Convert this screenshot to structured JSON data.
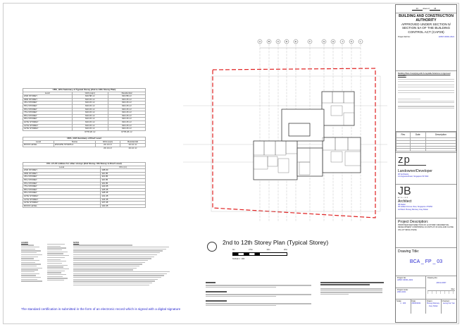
{
  "typical_gfa_table": {
    "title": "URA_GFA Summary of Typical Storey (2nd to 12th Storey Plan)",
    "headers": [
      "Level",
      "GFA (sqm)",
      "Residential"
    ],
    "rows": [
      [
        "2ND STOREY",
        "616.58 m²",
        "616.58 m²"
      ],
      [
        "3RD STOREY",
        "616.15 m²",
        "616.15 m²"
      ],
      [
        "4TH STOREY",
        "616.15 m²",
        "616.15 m²"
      ],
      [
        "5TH STOREY",
        "616.15 m²",
        "616.15 m²"
      ],
      [
        "6TH STOREY",
        "616.15 m²",
        "616.15 m²"
      ],
      [
        "7TH STOREY",
        "616.15 m²",
        "616.15 m²"
      ],
      [
        "8TH STOREY",
        "616.15 m²",
        "616.15 m²"
      ],
      [
        "9TH STOREY",
        "616.15 m²",
        "616.15 m²"
      ],
      [
        "10TH STOREY",
        "616.15 m²",
        "616.15 m²"
      ],
      [
        "11TH STOREY",
        "616.15 m²",
        "616.15 m²"
      ],
      [
        "12TH STOREY",
        "616.15 m²",
        "616.15 m²"
      ]
    ],
    "total": [
      "",
      "6778.26 m²",
      "6778.26 m²"
    ]
  },
  "roof_gfa_table": {
    "title": "URA_GFA Summary of Roof Level",
    "headers": [
      "Level",
      "Name",
      "GFA (sqm)",
      "Residential"
    ],
    "rows": [
      [
        "ROOF LEVEL",
        "ESCAPE STAIRS A",
        "24.14 m²",
        "24.14 m²"
      ]
    ],
    "total": [
      "",
      "",
      "24.14 m²",
      "24.14 m²"
    ]
  },
  "ffl_table": {
    "title": "FFL of Lift Lobbies for other storeys (2nd Storey- 6th Storey to Roof Level)",
    "headers": [
      "Level",
      "FFL (m)"
    ],
    "rows": [
      [
        "2ND STOREY",
        "108.00"
      ],
      [
        "3RD STOREY",
        "110.05"
      ],
      [
        "4TH STOREY",
        "113.05"
      ],
      [
        "5TH STOREY",
        "116.05"
      ],
      [
        "6TH STOREY",
        "119.05"
      ],
      [
        "7TH STOREY",
        "122.05"
      ],
      [
        "8TH STOREY",
        "125.45"
      ],
      [
        "9TH STOREY",
        "128.45"
      ],
      [
        "10TH STOREY",
        "131.45"
      ],
      [
        "11TH STOREY",
        "134.45"
      ],
      [
        "12TH STOREY",
        "137.45"
      ],
      [
        "ROOF LEVEL",
        "140.45"
      ]
    ]
  },
  "legend": {
    "title": "LEGEND",
    "notes_title": "NOTES"
  },
  "certification": "The standard certification is submitted in the form of an electronic record which is signed with a digital signature",
  "plan": {
    "title": "2nd to 12th Storey Plan (Typical Storey)",
    "scale": "SCALE 1 : 200",
    "scale_ticks": [
      "0m",
      "2.5m",
      "10m",
      "20m"
    ],
    "grid_labels": [
      "A",
      "B",
      "C",
      "D",
      "E",
      "F",
      "G",
      "H",
      "J",
      "K",
      "L"
    ],
    "boundary_color": "#e02020"
  },
  "panel": {
    "sheet_no": "03",
    "sheet_of": "sheet of",
    "sheet_total": "05",
    "authority": "BUILDING AND CONSTRUCTION AUTHORITY",
    "approval": "APPROVED UNDER SECTION 5/ SECTION 5A OF THE BUILDING CONTROL ACT (CAP29)",
    "project_ref_label": "Project Ref No:",
    "project_ref": "A0507-00001-2021",
    "compliance_title": "Building Plans Complying with Acceptable Solutions in Approved Document",
    "rev_headers": [
      "Rev",
      "Date",
      "Description"
    ],
    "developer_logo": "zp",
    "developer_label": "Landowner/Developer",
    "developer_name": "ZP Architects",
    "developer_addr": "14 Angsana Road, Singapore 517402",
    "architect_logo": "JB",
    "architect_logo_sub": "ATELIER",
    "architect_label": "Architect",
    "architect_name": "JB Atelier",
    "architect_addr": "35 Holland Grove View, Singapore 276252",
    "architect_person": "Architect: Buneg Ramsey Joey Delan",
    "project_desc_label": "Project Description:",
    "project_desc": "PROPOSED NEW ERECTION OF 12-STOREY RESIDENTIAL DEVELOPMENT COMPRISING 44 UNITS AT 23 HOLLAND CLOSE ON LOT MK02-07226A",
    "drawing_title_label": "Drawing Title:",
    "drawing_title": "BCA _ FP _ 03",
    "project_no_label": "Project No:",
    "project_no": "A0507-00001-2021",
    "drawing_no_label": "Drawing No:",
    "drawing_no": "ARCH-0007",
    "project_code_label": "Project Code:",
    "project_code": "2040-2021",
    "rev_label": "Rev:",
    "scale_label": "Scale:",
    "scale": "1 : 200",
    "date_label": "Date:",
    "date": "28/06/2021",
    "drawn_label": "Drawn:",
    "drawn": "Buneg Ramsey Joey Delan",
    "checked_label": "Checked:",
    "checked": "Leong Kar Yan"
  }
}
